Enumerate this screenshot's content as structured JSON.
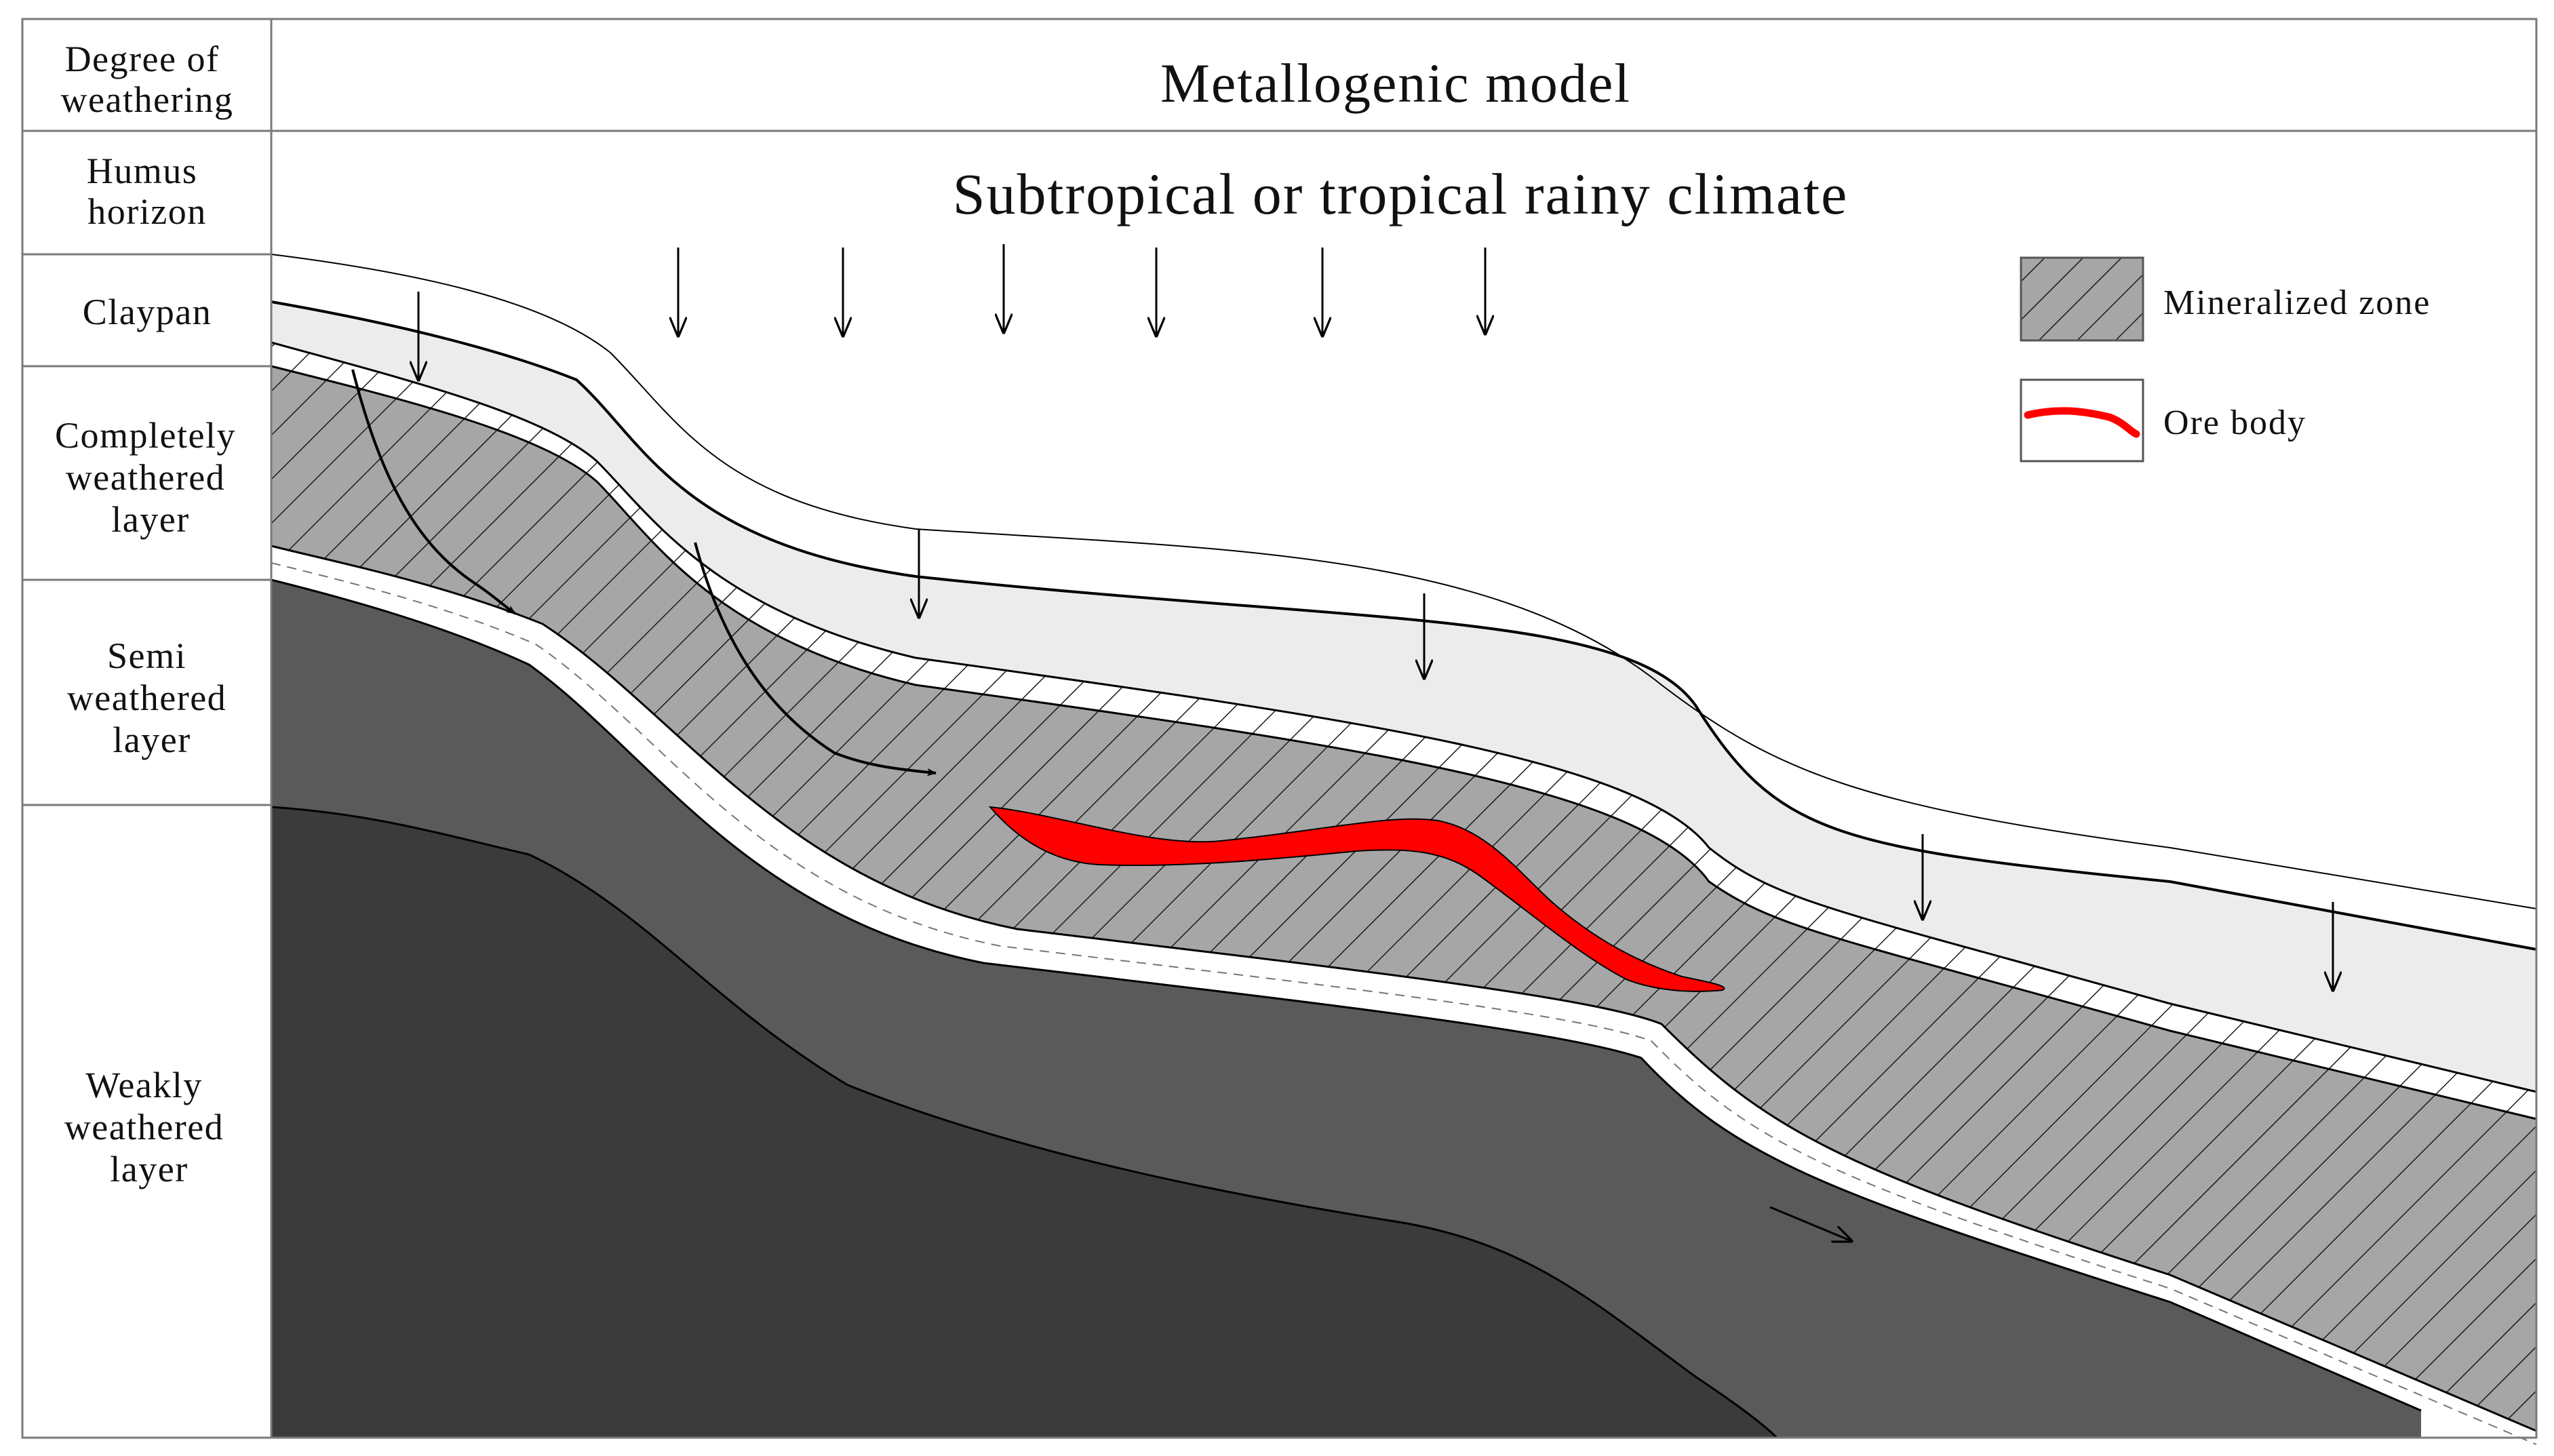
{
  "header": {
    "title": "Metallogenic model",
    "climate": "Subtropical or tropical rainy climate"
  },
  "sidebar": {
    "rows": [
      {
        "lines": [
          "Degree of",
          "weathering"
        ]
      },
      {
        "lines": [
          "Humus",
          "horizon"
        ]
      },
      {
        "lines": [
          "Claypan"
        ]
      },
      {
        "lines": [
          "Completely",
          "weathered",
          "layer"
        ]
      },
      {
        "lines": [
          "Semi",
          "weathered",
          "layer"
        ]
      },
      {
        "lines": [
          "Weakly",
          "weathered",
          "layer"
        ]
      }
    ]
  },
  "legend": {
    "mineralized_zone": "Mineralized zone",
    "ore_body": "Ore body"
  },
  "colors": {
    "humus_fill": "#ffffff",
    "claypan_fill": "#ececec",
    "mineralized_fill": "#a6a6a6",
    "semi_weathered_fill": "#5a5a5a",
    "weakly_weathered_fill": "#3b3b3b",
    "ore_body": "#ff0000",
    "line": "#000000"
  }
}
